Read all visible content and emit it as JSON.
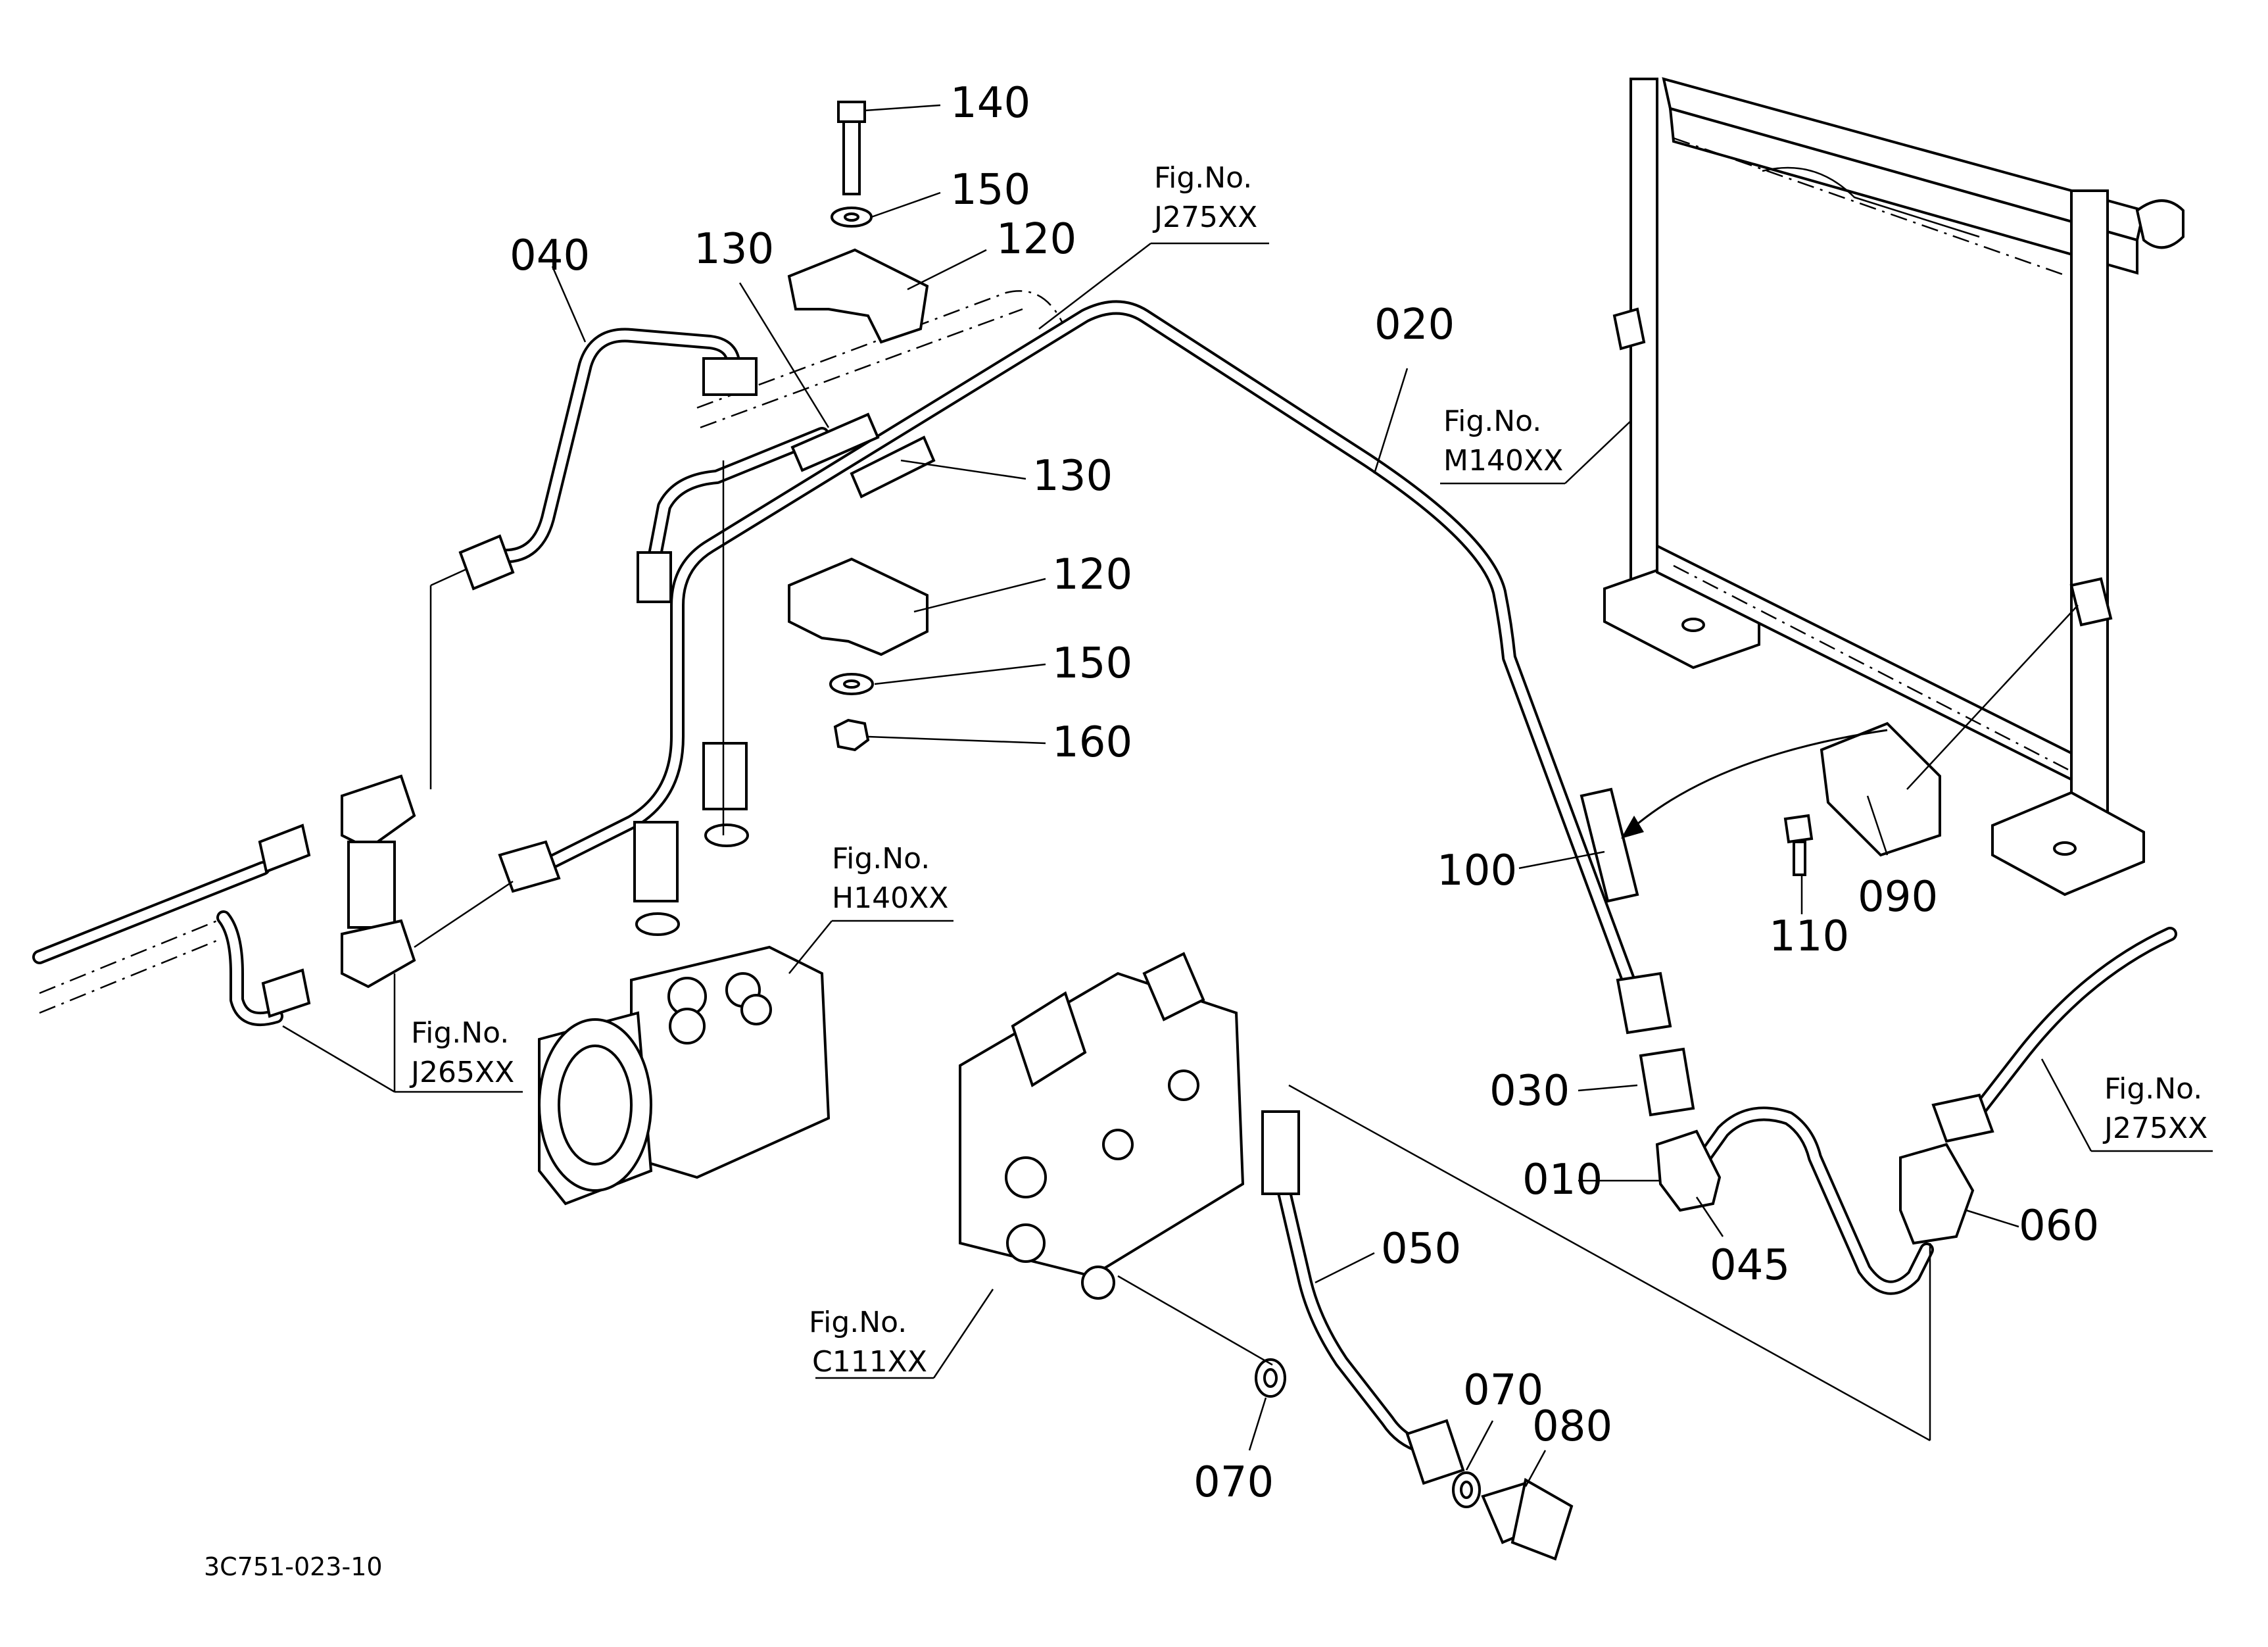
{
  "callouts": {
    "p010": "010",
    "p020": "020",
    "p030": "030",
    "p040": "040",
    "p045": "045",
    "p050": "050",
    "p060": "060",
    "p070a": "070",
    "p070b": "070",
    "p080": "080",
    "p090": "090",
    "p100": "100",
    "p110": "110",
    "p120a": "120",
    "p120b": "120",
    "p130a": "130",
    "p130b": "130",
    "p140": "140",
    "p150a": "150",
    "p150b": "150",
    "p160": "160"
  },
  "fig_refs": {
    "j275_top": {
      "label": "Fig.No.",
      "code": "J275XX"
    },
    "m140": {
      "label": "Fig.No.",
      "code": "M140XX"
    },
    "h140": {
      "label": "Fig.No.",
      "code": "H140XX"
    },
    "j265": {
      "label": "Fig.No.",
      "code": "J265XX"
    },
    "c111": {
      "label": "Fig.No.",
      "code": "C111XX"
    },
    "j275_right": {
      "label": "Fig.No.",
      "code": "J275XX"
    }
  },
  "drawing_code": "3C751-023-10"
}
